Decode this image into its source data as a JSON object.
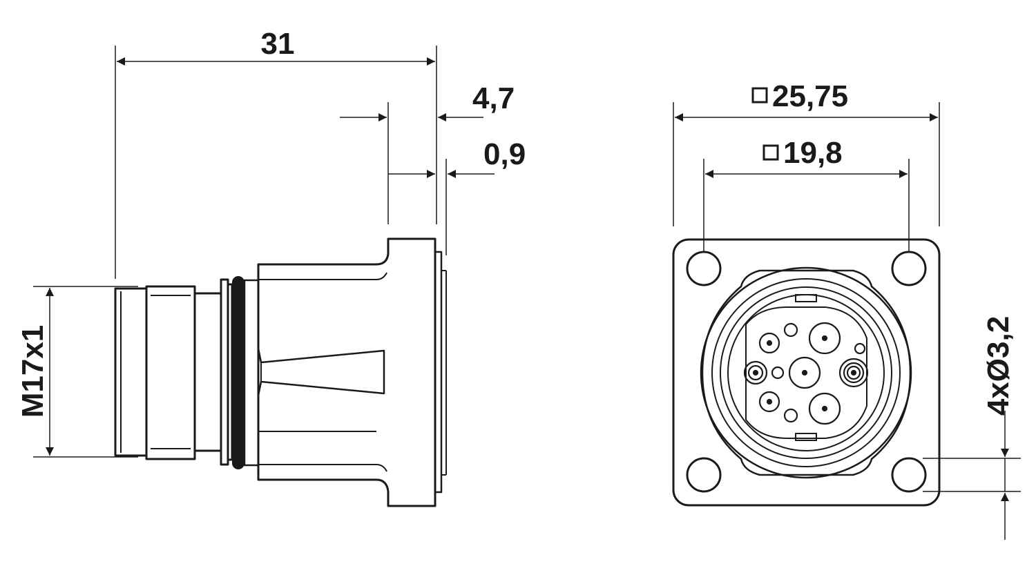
{
  "dimensions": {
    "length": "31",
    "flange_depth": "4,7",
    "gasket": "0,9",
    "thread": "M17x1",
    "flange_square": "25,75",
    "hole_pitch_square": "19,8",
    "holes": "4xØ3,2"
  },
  "colors": {
    "line": "#1a1a1a",
    "background": "#ffffff"
  },
  "icons": {
    "square_symbol": "square-symbol-icon"
  }
}
